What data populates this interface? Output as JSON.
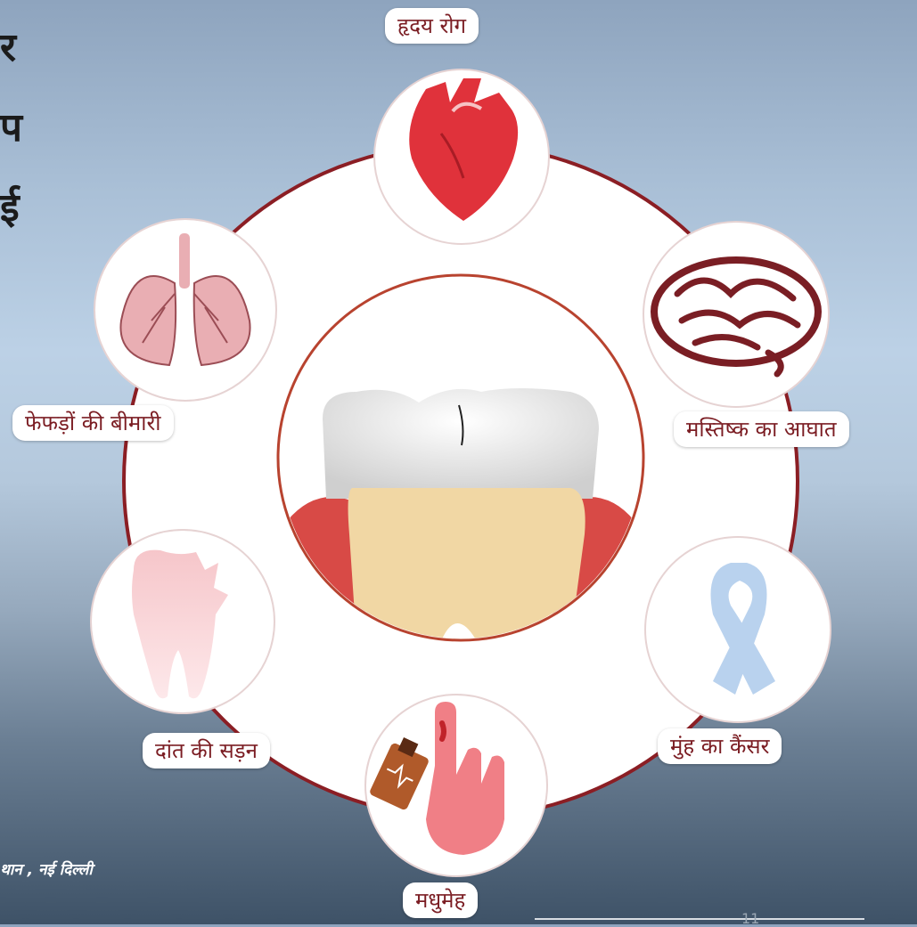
{
  "side_text": [
    "र",
    "प",
    "ई"
  ],
  "labels": {
    "heart": "हृदय रोग",
    "brain": "मस्तिष्क का आघात",
    "lungs": "फेफड़ों की बीमारी",
    "cancer": "मुंह का कैंसर",
    "decay": "दांत की सड़न",
    "diabetes": "मधुमेह"
  },
  "footer_note": "थान , नई  दिल्ली",
  "page_number": "11",
  "colors": {
    "ring": "#8b1e24",
    "label_text": "#7b1d23",
    "heart": "#e0323b",
    "brain": "#7a1e24",
    "lungs": "#e9aeb3",
    "ribbon": "#b9d2ee",
    "decay_tooth": "#f2b8bd",
    "hand": "#f07f86",
    "meter": "#b05a2a",
    "gum": "#d84a46",
    "dentin": "#f1d7a4"
  },
  "icons": [
    "heart-icon",
    "brain-icon",
    "lungs-icon",
    "ribbon-icon",
    "decayed-tooth-icon",
    "glucose-meter-hand-icon",
    "tooth-cross-section"
  ]
}
